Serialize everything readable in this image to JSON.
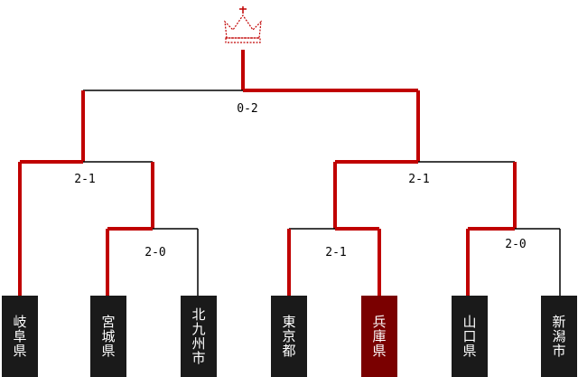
{
  "colors": {
    "winner_line": "#c00000",
    "loser_line": "#000000",
    "team_box": "#1a1a1a",
    "champion_box": "#7a0000",
    "crown": "#c00000"
  },
  "crown_icon": "crown-icon",
  "teams": [
    {
      "name": "岐阜県",
      "champion": false
    },
    {
      "name": "宮城県",
      "champion": false
    },
    {
      "name": "北九州市",
      "champion": false
    },
    {
      "name": "東京都",
      "champion": false
    },
    {
      "name": "兵庫県",
      "champion": true
    },
    {
      "name": "山口県",
      "champion": false
    },
    {
      "name": "新潟市",
      "champion": false
    }
  ],
  "matches": [
    {
      "id": "r1-left",
      "score": "2-0",
      "winner": "宮城県"
    },
    {
      "id": "r1-mid",
      "score": "2-1",
      "winner": "兵庫県"
    },
    {
      "id": "r1-right",
      "score": "2-0",
      "winner": "山口県"
    },
    {
      "id": "semi-left",
      "score": "2-1",
      "winner": "岐阜県"
    },
    {
      "id": "semi-right",
      "score": "2-1",
      "winner": "兵庫県"
    },
    {
      "id": "final",
      "score": "0-2",
      "winner": "兵庫県"
    }
  ]
}
